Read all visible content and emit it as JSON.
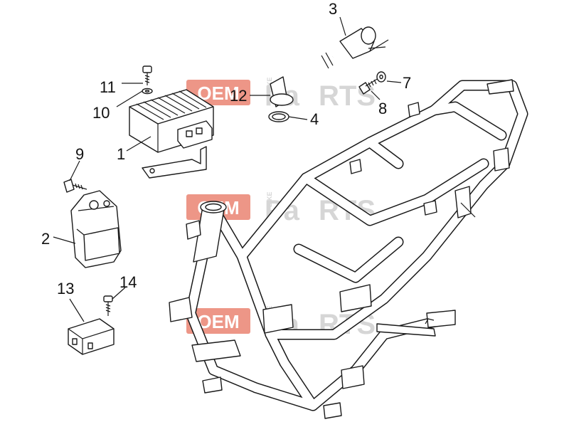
{
  "watermark": {
    "word1": "OEM",
    "word2": "BIKE",
    "word3": "Pa",
    "word4": "RTS",
    "color_red": "#e8735f",
    "color_grey": "#c9c9c9"
  },
  "callouts": [
    {
      "id": "1",
      "label": "1"
    },
    {
      "id": "2",
      "label": "2"
    },
    {
      "id": "3",
      "label": "3"
    },
    {
      "id": "4",
      "label": "4"
    },
    {
      "id": "7",
      "label": "7"
    },
    {
      "id": "8",
      "label": "8"
    },
    {
      "id": "9",
      "label": "9"
    },
    {
      "id": "10",
      "label": "10"
    },
    {
      "id": "11",
      "label": "11"
    },
    {
      "id": "12",
      "label": "12"
    },
    {
      "id": "13",
      "label": "13"
    },
    {
      "id": "14",
      "label": "14"
    }
  ]
}
